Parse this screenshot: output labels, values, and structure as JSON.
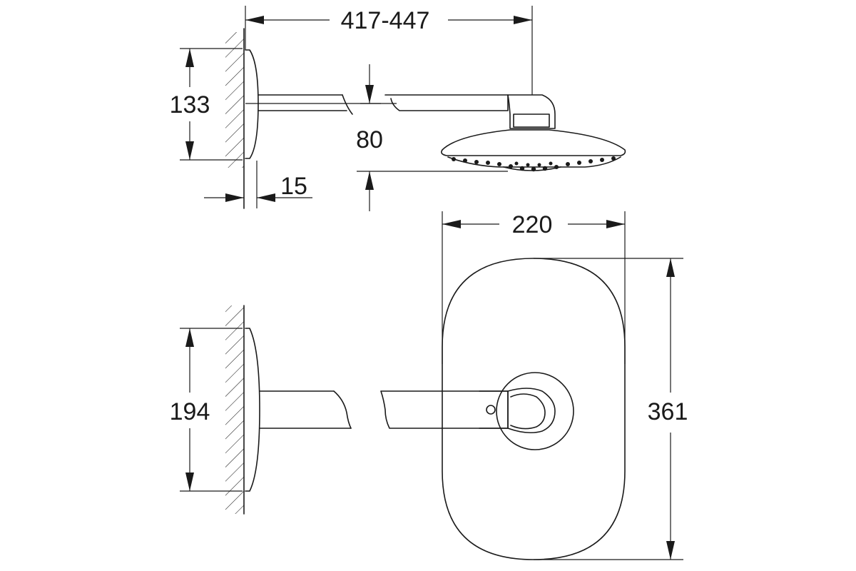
{
  "diagram": {
    "dimensions": {
      "arm_length": "417-447",
      "flange_height": "133",
      "drop_height": "80",
      "flange_depth": "15",
      "head_width": "220",
      "lower_flange_height": "194",
      "head_length": "361"
    },
    "colors": {
      "line": "#1a1a1a",
      "background": "#ffffff"
    }
  }
}
